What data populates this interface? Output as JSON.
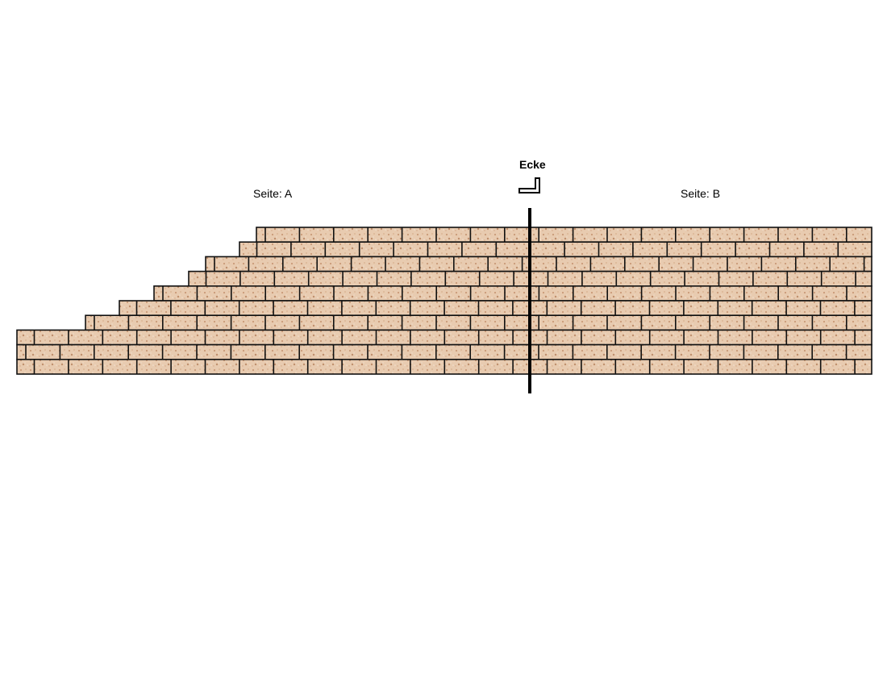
{
  "labels": {
    "side_a": "Seite: A",
    "side_b": "Seite: B",
    "corner": "Ecke"
  },
  "wall": {
    "rows_total": 10,
    "side_a_visible_rows_by_length": "stepped",
    "brick_fill_color": "#e6c7a9",
    "brick_speckle_color": "#c99a78",
    "mortar_color": "#111111"
  },
  "icons": {
    "corner_symbol": "l-corner-icon",
    "corner_divider": "vertical-divider"
  }
}
